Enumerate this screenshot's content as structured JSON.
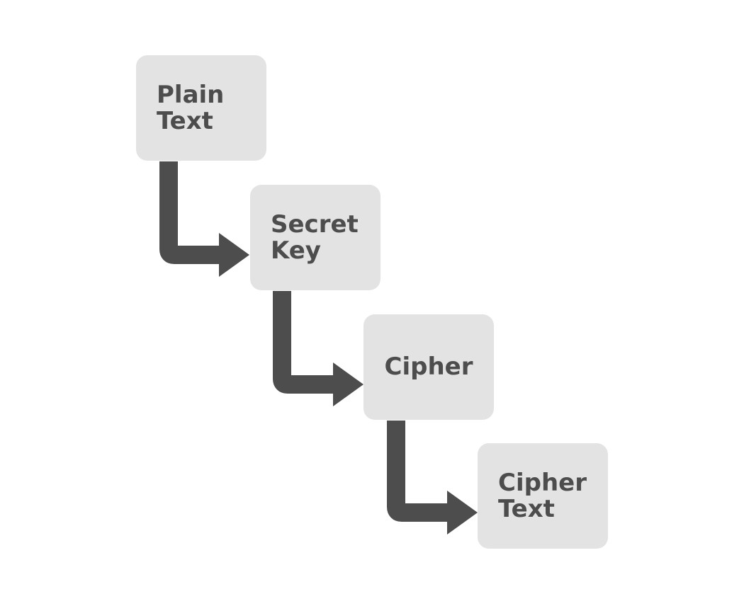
{
  "diagram": {
    "colors": {
      "box_fill": "#e3e3e3",
      "text": "#4d4d4d",
      "connector": "#4d4d4d",
      "background": "#ffffff"
    },
    "steps": [
      {
        "label": "Plain\nText"
      },
      {
        "label": "Secret\nKey"
      },
      {
        "label": "Cipher"
      },
      {
        "label": "Cipher\nText"
      }
    ]
  }
}
